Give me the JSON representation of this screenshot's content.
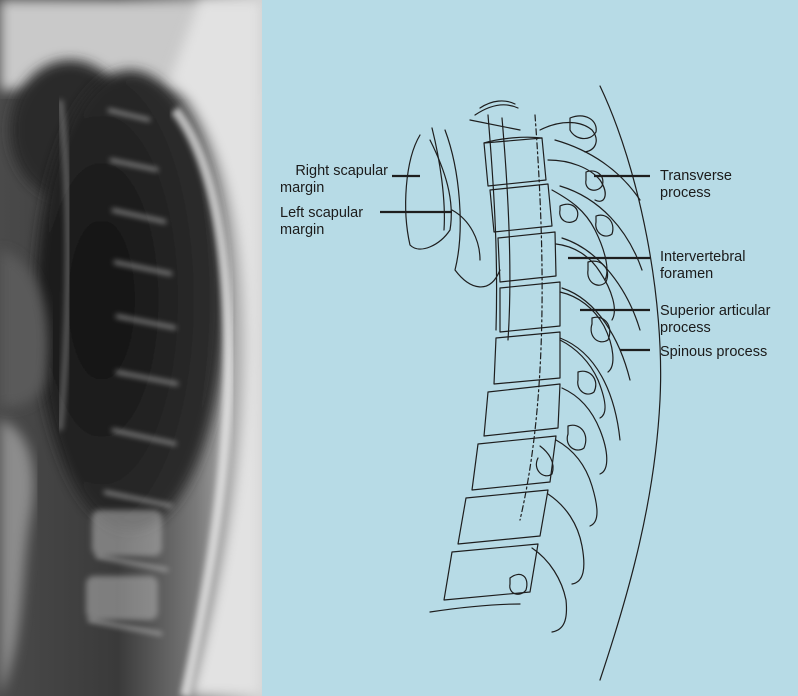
{
  "colors": {
    "diagram_background": "#b7dbe6",
    "line_color": "#1e1e1e",
    "xray_light": "#e6e6e6",
    "xray_dark": "#2a2a2a"
  },
  "labels": {
    "right_scapular_margin": {
      "line1": "Right scapular",
      "line2": "margin"
    },
    "left_scapular_margin": {
      "line1": "Left scapular",
      "line2": "margin"
    },
    "transverse_process": {
      "line1": "Transverse",
      "line2": "process"
    },
    "intervertebral_foramen": {
      "line1": "Intervertebral",
      "line2": "foramen"
    },
    "superior_articular_process": {
      "line1": "Superior articular",
      "line2": "process"
    },
    "spinous_process": {
      "line1": "Spinous process"
    }
  }
}
